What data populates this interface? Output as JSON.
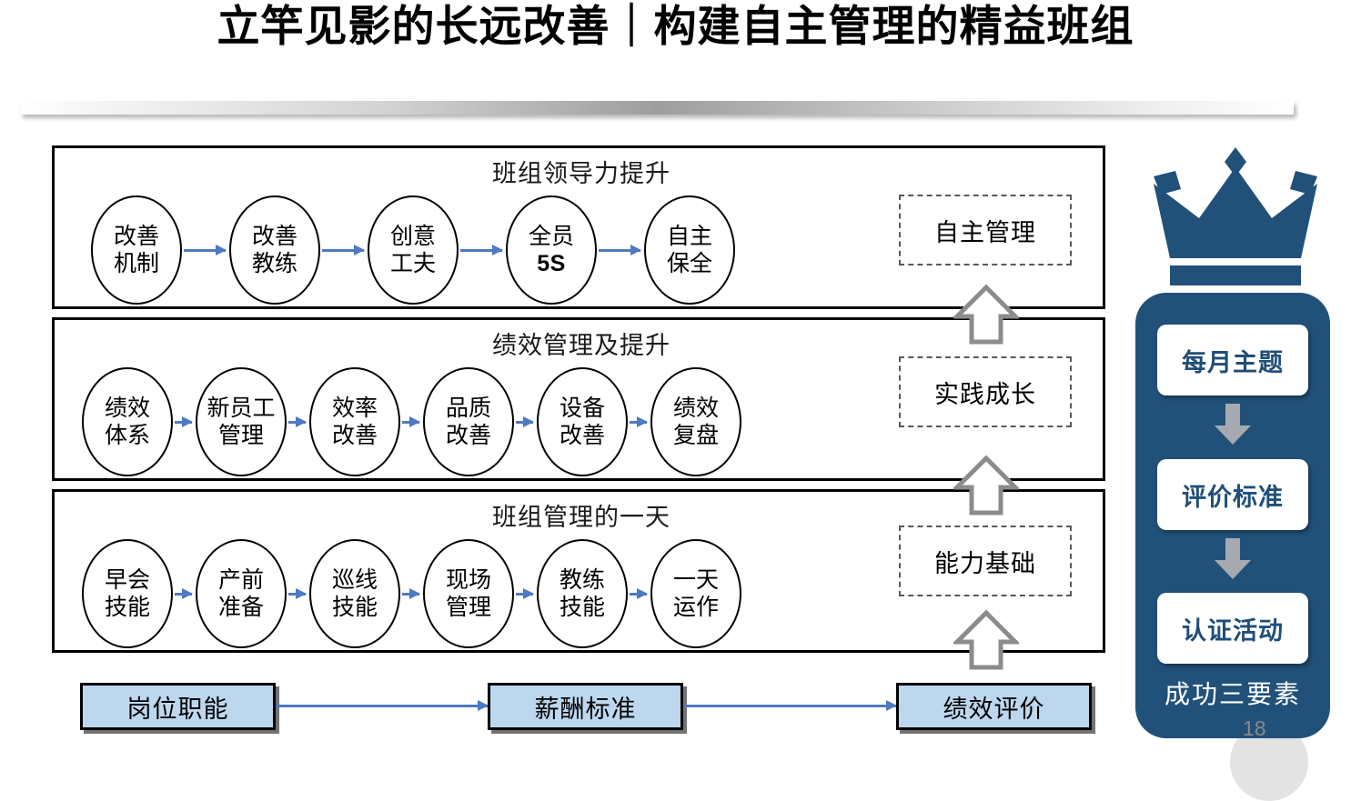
{
  "slide": {
    "title": "立竿见影的长远改善｜构建自主管理的精益班组",
    "page_number": "18",
    "colors": {
      "accent_navy": "#215179",
      "connector_blue": "#4e79c4",
      "box_fill_blue": "#bdd7ee",
      "arrow_gray": "#8c8c8c"
    }
  },
  "rows": [
    {
      "header": "班组领导力提升",
      "nodes": [
        {
          "l1": "改善",
          "l2": "机制",
          "bold2": false
        },
        {
          "l1": "改善",
          "l2": "教练",
          "bold2": false
        },
        {
          "l1": "创意",
          "l2": "工夫",
          "bold2": false
        },
        {
          "l1": "全员",
          "l2": "5S",
          "bold2": true
        },
        {
          "l1": "自主",
          "l2": "保全",
          "bold2": false
        }
      ],
      "outcome": "自主管理"
    },
    {
      "header": "绩效管理及提升",
      "nodes": [
        {
          "l1": "绩效",
          "l2": "体系",
          "bold2": false
        },
        {
          "l1": "新员工",
          "l2": "管理",
          "bold2": false
        },
        {
          "l1": "效率",
          "l2": "改善",
          "bold2": false
        },
        {
          "l1": "品质",
          "l2": "改善",
          "bold2": false
        },
        {
          "l1": "设备",
          "l2": "改善",
          "bold2": false
        },
        {
          "l1": "绩效",
          "l2": "复盘",
          "bold2": false
        }
      ],
      "outcome": "实践成长"
    },
    {
      "header": "班组管理的一天",
      "nodes": [
        {
          "l1": "早会",
          "l2": "技能",
          "bold2": false
        },
        {
          "l1": "产前",
          "l2": "准备",
          "bold2": false
        },
        {
          "l1": "巡线",
          "l2": "技能",
          "bold2": false
        },
        {
          "l1": "现场",
          "l2": "管理",
          "bold2": false
        },
        {
          "l1": "教练",
          "l2": "技能",
          "bold2": false
        },
        {
          "l1": "一天",
          "l2": "运作",
          "bold2": false
        }
      ],
      "outcome": "能力基础"
    }
  ],
  "bottom_flow": [
    {
      "label": "岗位职能"
    },
    {
      "label": "薪酬标准"
    },
    {
      "label": "绩效评价"
    }
  ],
  "sidebar": {
    "cards": [
      {
        "label": "每月主题"
      },
      {
        "label": "评价标准"
      },
      {
        "label": "认证活动"
      }
    ],
    "footer": "成功三要素"
  }
}
